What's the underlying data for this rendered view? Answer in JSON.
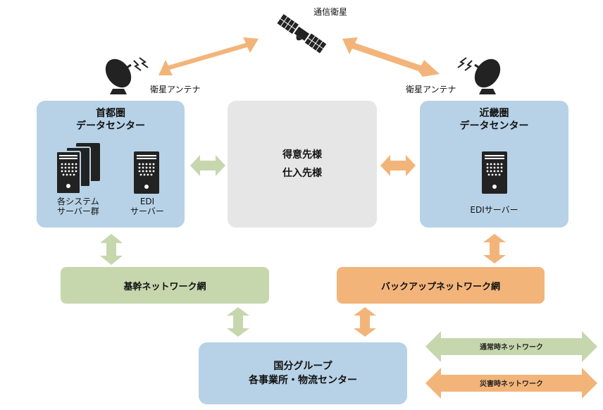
{
  "satellite": {
    "label": "通信衛星"
  },
  "antenna_left": {
    "label": "衛星アンテナ"
  },
  "antenna_right": {
    "label": "衛星アンテナ"
  },
  "dc_tokyo": {
    "title1": "首都圏",
    "title2": "データセンター",
    "server1_label1": "各システム",
    "server1_label2": "サーバー群",
    "server2_label1": "EDI",
    "server2_label2": "サーバー"
  },
  "partners": {
    "line1": "得意先様",
    "line2": "仕入先様"
  },
  "dc_kinki": {
    "title1": "近畿圏",
    "title2": "データセンター",
    "server_label": "EDIサーバー"
  },
  "core_network": {
    "label": "基幹ネットワーク網"
  },
  "backup_network": {
    "label": "バックアップネットワーク網"
  },
  "group": {
    "line1": "国分グループ",
    "line2": "各事業所・物流センター"
  },
  "legend": {
    "normal": "通常時ネットワーク",
    "disaster": "災害時ネットワーク"
  },
  "colors": {
    "blue_box": "#b7d2e6",
    "gray_box": "#e6e6e6",
    "green": "#c6d7ae",
    "orange": "#f3b47a"
  }
}
